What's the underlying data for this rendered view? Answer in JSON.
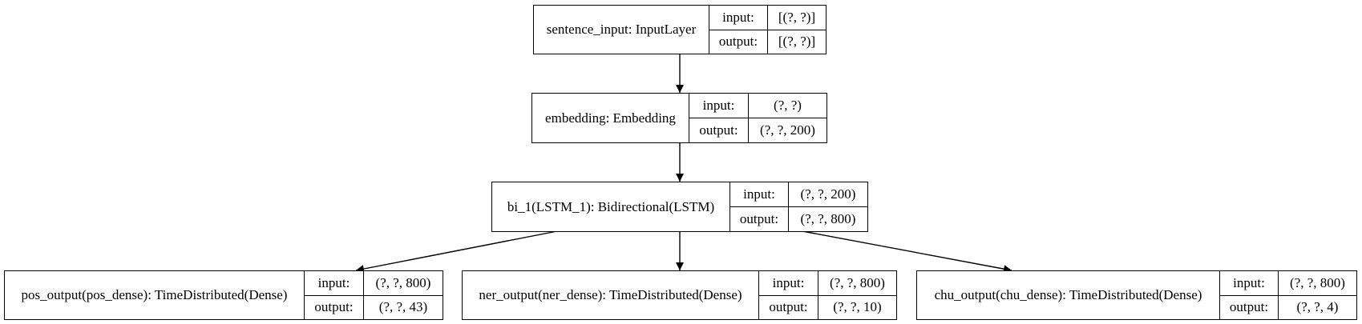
{
  "nodes": [
    {
      "name": "sentence_input: InputLayer",
      "input_label": "input:",
      "input_value": "[(?, ?)]",
      "output_label": "output:",
      "output_value": "[(?, ?)]"
    },
    {
      "name": "embedding: Embedding",
      "input_label": "input:",
      "input_value": "(?, ?)",
      "output_label": "output:",
      "output_value": "(?, ?, 200)"
    },
    {
      "name": "bi_1(LSTM_1): Bidirectional(LSTM)",
      "input_label": "input:",
      "input_value": "(?, ?, 200)",
      "output_label": "output:",
      "output_value": "(?, ?, 800)"
    },
    {
      "name": "pos_output(pos_dense): TimeDistributed(Dense)",
      "input_label": "input:",
      "input_value": "(?, ?, 800)",
      "output_label": "output:",
      "output_value": "(?, ?, 43)"
    },
    {
      "name": "ner_output(ner_dense): TimeDistributed(Dense)",
      "input_label": "input:",
      "input_value": "(?, ?, 800)",
      "output_label": "output:",
      "output_value": "(?, ?, 10)"
    },
    {
      "name": "chu_output(chu_dense): TimeDistributed(Dense)",
      "input_label": "input:",
      "input_value": "(?, ?, 800)",
      "output_label": "output:",
      "output_value": "(?, ?, 4)"
    }
  ],
  "edges": [
    {
      "from": "sentence_input: InputLayer",
      "to": "embedding: Embedding"
    },
    {
      "from": "embedding: Embedding",
      "to": "bi_1(LSTM_1): Bidirectional(LSTM)"
    },
    {
      "from": "bi_1(LSTM_1): Bidirectional(LSTM)",
      "to": "pos_output(pos_dense): TimeDistributed(Dense)"
    },
    {
      "from": "bi_1(LSTM_1): Bidirectional(LSTM)",
      "to": "ner_output(ner_dense): TimeDistributed(Dense)"
    },
    {
      "from": "bi_1(LSTM_1): Bidirectional(LSTM)",
      "to": "chu_output(chu_dense): TimeDistributed(Dense)"
    }
  ]
}
